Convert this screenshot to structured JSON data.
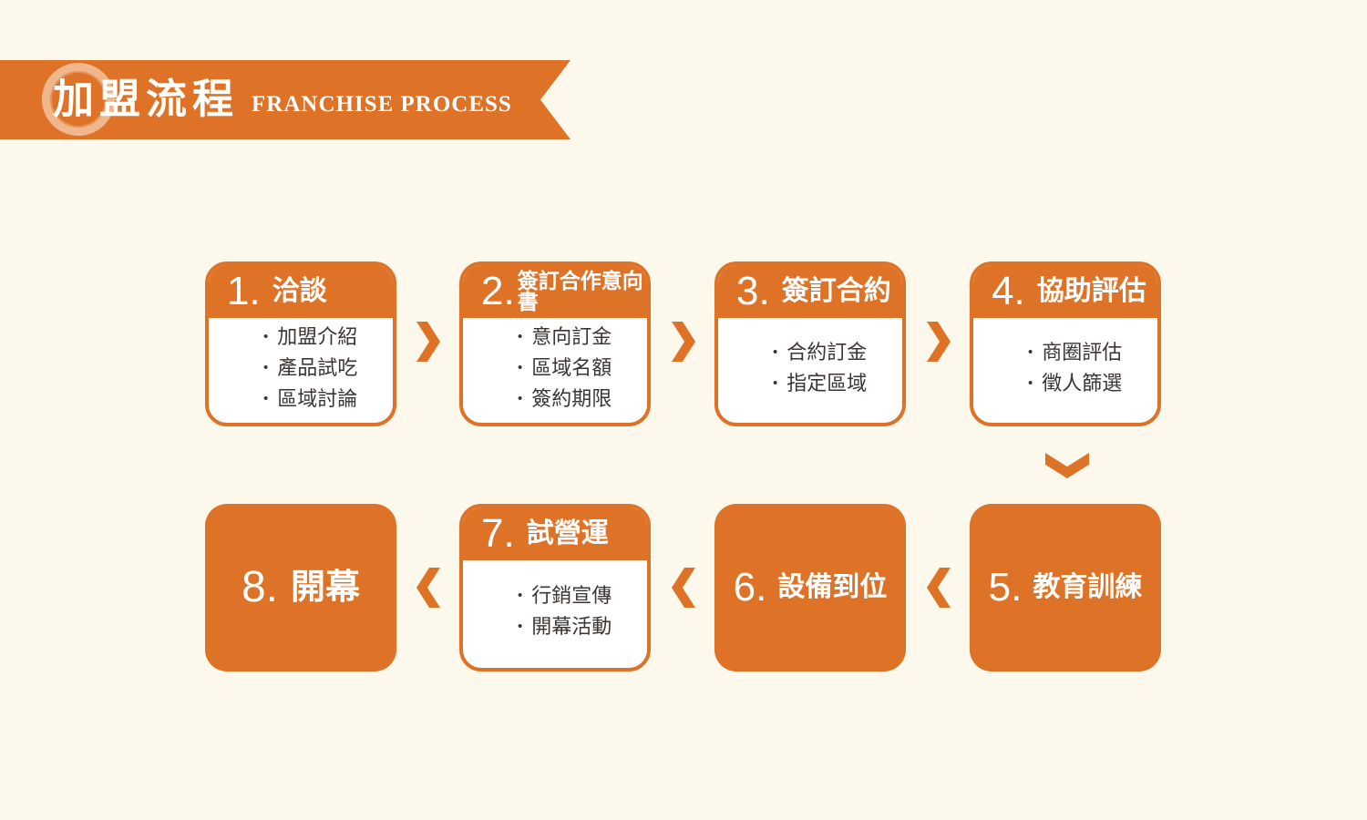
{
  "meta": {
    "background_color": "#FCF9EC",
    "accent_color": "#DE7328",
    "body_text_color": "#3B3633",
    "card_color": "#FFFFFF"
  },
  "banner": {
    "logo_icon": "brush-circle-icon",
    "title_zh": "加盟流程",
    "title_en": "FRANCHISE PROCESS"
  },
  "flow": {
    "forward_icon": "chevron-right-icon",
    "backward_icon": "chevron-left-icon",
    "down_icon": "chevron-down-icon"
  },
  "steps": [
    {
      "number": "1.",
      "title": "洽談",
      "items": [
        "加盟介紹",
        "產品試吃",
        "區域討論"
      ]
    },
    {
      "number": "2.",
      "title": "簽訂合作意向書",
      "items": [
        "意向訂金",
        "區域名額",
        "簽約期限"
      ]
    },
    {
      "number": "3.",
      "title": "簽訂合約",
      "items": [
        "合約訂金",
        "指定區域"
      ]
    },
    {
      "number": "4.",
      "title": "協助評估",
      "items": [
        "商圈評估",
        "徵人篩選"
      ]
    },
    {
      "number": "5.",
      "title": "教育訓練",
      "items": []
    },
    {
      "number": "6.",
      "title": "設備到位",
      "items": []
    },
    {
      "number": "7.",
      "title": "試營運",
      "items": [
        "行銷宣傳",
        "開幕活動"
      ]
    },
    {
      "number": "8.",
      "title": "開幕",
      "items": []
    }
  ]
}
